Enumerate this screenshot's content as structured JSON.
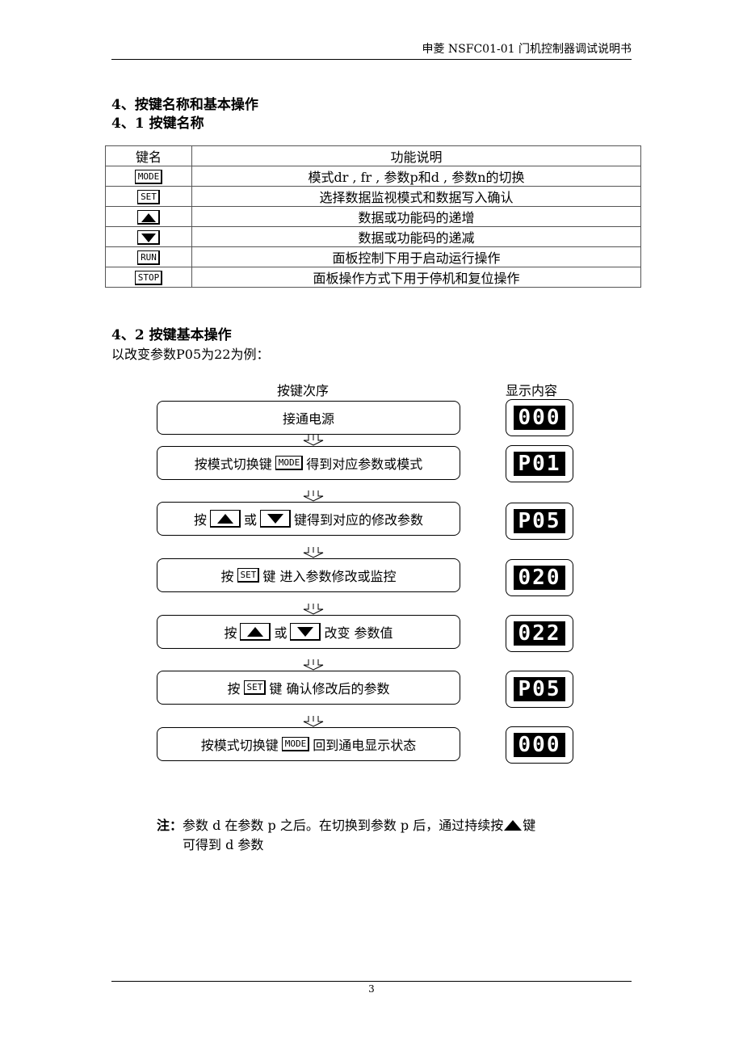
{
  "header": {
    "title": "申菱 NSFC01-01 门机控制器调试说明书"
  },
  "section4": {
    "title": "4、按键名称和基本操作"
  },
  "section41": {
    "title": "4、1  按键名称"
  },
  "key_table": {
    "headers": [
      "键名",
      "功能说明"
    ],
    "rows": [
      {
        "key": "MODE",
        "key_type": "text",
        "desc": "模式dr , fr , 参数p和d , 参数n的切换"
      },
      {
        "key": "SET",
        "key_type": "text",
        "desc": "选择数据监视模式和数据写入确认"
      },
      {
        "key": "up-arrow",
        "key_type": "icon",
        "desc": "数据或功能码的递增"
      },
      {
        "key": "down-arrow",
        "key_type": "icon",
        "desc": "数据或功能码的递减"
      },
      {
        "key": "RUN",
        "key_type": "text",
        "desc": "面板控制下用于启动运行操作"
      },
      {
        "key": "STOP",
        "key_type": "text",
        "desc": "面板操作方式下用于停机和复位操作"
      }
    ]
  },
  "section42": {
    "title": "4、2  按键基本操作",
    "intro": "以改变参数P05为22为例："
  },
  "flow": {
    "col_sequence": "按键次序",
    "col_display": "显示内容",
    "steps": [
      {
        "pre": "接通电源",
        "key": "",
        "post": "",
        "display": "000"
      },
      {
        "pre": "按模式切换键",
        "key": "MODE",
        "post": "得到对应参数或模式",
        "display": "P01"
      },
      {
        "pre": "按",
        "mid": "或",
        "post": "键得到对应的修改参数",
        "display": "P05"
      },
      {
        "pre": "按",
        "key": "SET",
        "post": "键 进入参数修改或监控",
        "display": "020"
      },
      {
        "pre": "按",
        "mid": "或",
        "post": "改变 参数值",
        "display": "022"
      },
      {
        "pre": "按",
        "key": "SET",
        "post": "键 确认修改后的参数",
        "display": "P05"
      },
      {
        "pre": "按模式切换键",
        "key": "MODE",
        "post": "回到通电显示状态",
        "display": "000"
      }
    ]
  },
  "note": {
    "label": "注：",
    "line1": "参数 d 在参数 p 之后。在切换到参数 p 后，通过持续按",
    "line1_end": "键",
    "line2": "可得到 d 参数"
  },
  "footer": {
    "page": "3"
  }
}
